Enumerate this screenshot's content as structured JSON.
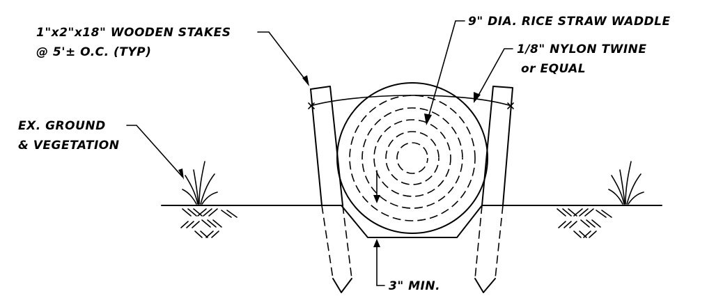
{
  "labels": {
    "stakes_line1": "1\"x2\"x18\" WOODEN STAKES",
    "stakes_line2": "@ 5'± O.C. (TYP)",
    "waddle": "9\" DIA. RICE STRAW WADDLE",
    "twine_line1": "1/8\" NYLON TWINE",
    "twine_line2": "or EQUAL",
    "ground_line1": "EX. GROUND",
    "ground_line2": "& VEGETATION",
    "depth": "3\" MIN."
  }
}
